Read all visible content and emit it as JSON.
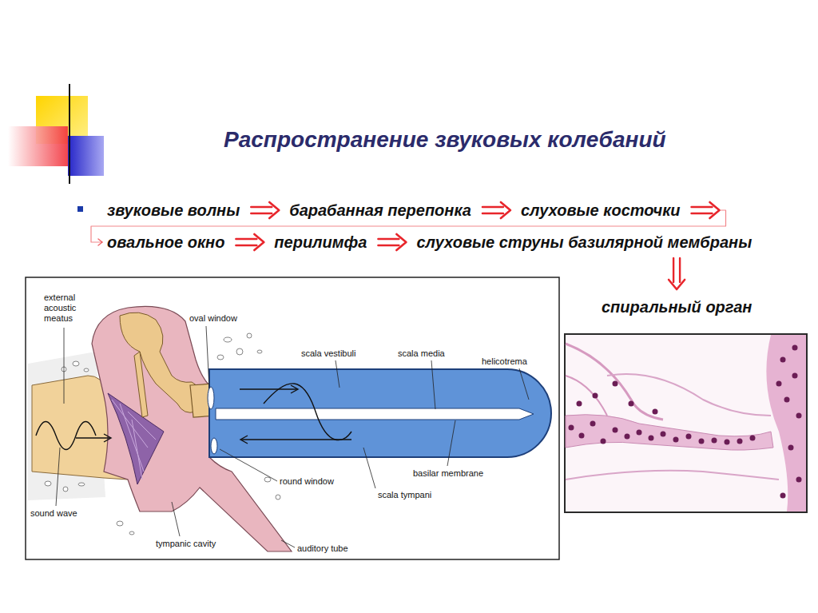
{
  "diagram": {
    "title": "Распространение звуковых колебаний",
    "nodes": [
      {
        "text": [
          "звуковые волны"
        ]
      },
      {
        "text": [
          "барабанная перепонка"
        ]
      },
      {
        "text": [
          "слуховые косточки"
        ]
      },
      {
        "text": [
          "овальное окно"
        ]
      },
      {
        "text": [
          "перилимфа"
        ]
      },
      {
        "text": [
          "слуховые струны базилярной мембраны"
        ]
      },
      {
        "text": [
          "спиральный орган"
        ]
      }
    ],
    "edges": [
      {
        "from": 0,
        "to": 1,
        "arrow": "to"
      },
      {
        "from": 1,
        "to": 2,
        "arrow": "to"
      },
      {
        "from": 2,
        "to": 3,
        "arrow": "to"
      },
      {
        "from": 3,
        "to": 4,
        "arrow": "to"
      },
      {
        "from": 4,
        "to": 5,
        "arrow": "to"
      },
      {
        "from": 5,
        "to": 6,
        "arrow": "to"
      }
    ],
    "labels": [
      "external acoustic meatus",
      "oval window",
      "scala vestibuli",
      "scala media",
      "helicotrema",
      "sound wave",
      "round window",
      "basilar membrane",
      "scala tympani",
      "tympanic cavity",
      "auditory tube"
    ]
  }
}
